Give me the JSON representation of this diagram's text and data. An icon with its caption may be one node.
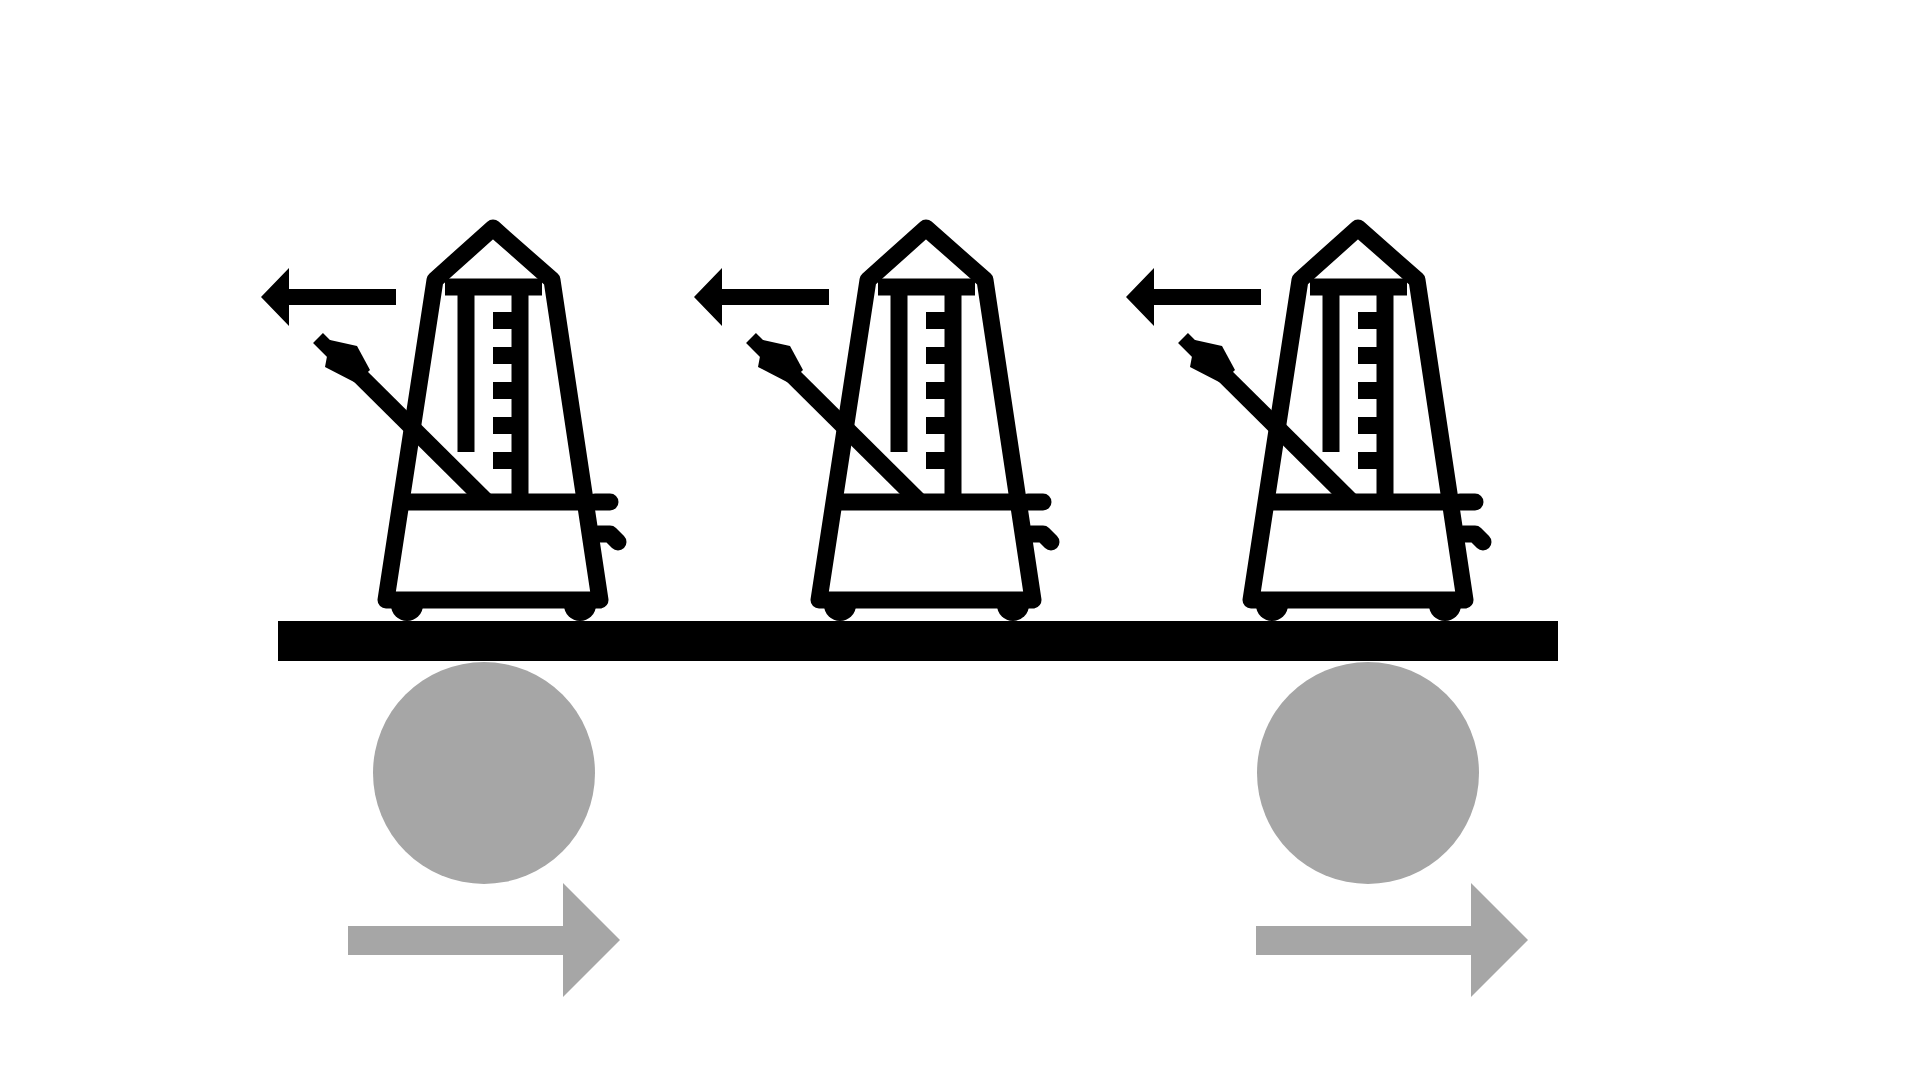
{
  "diagram": {
    "nodes": [
      {
        "text": [],
        "shape": "bar"
      },
      {
        "text": [],
        "shape": "circle"
      },
      {
        "text": [],
        "shape": "circle"
      }
    ]
  }
}
